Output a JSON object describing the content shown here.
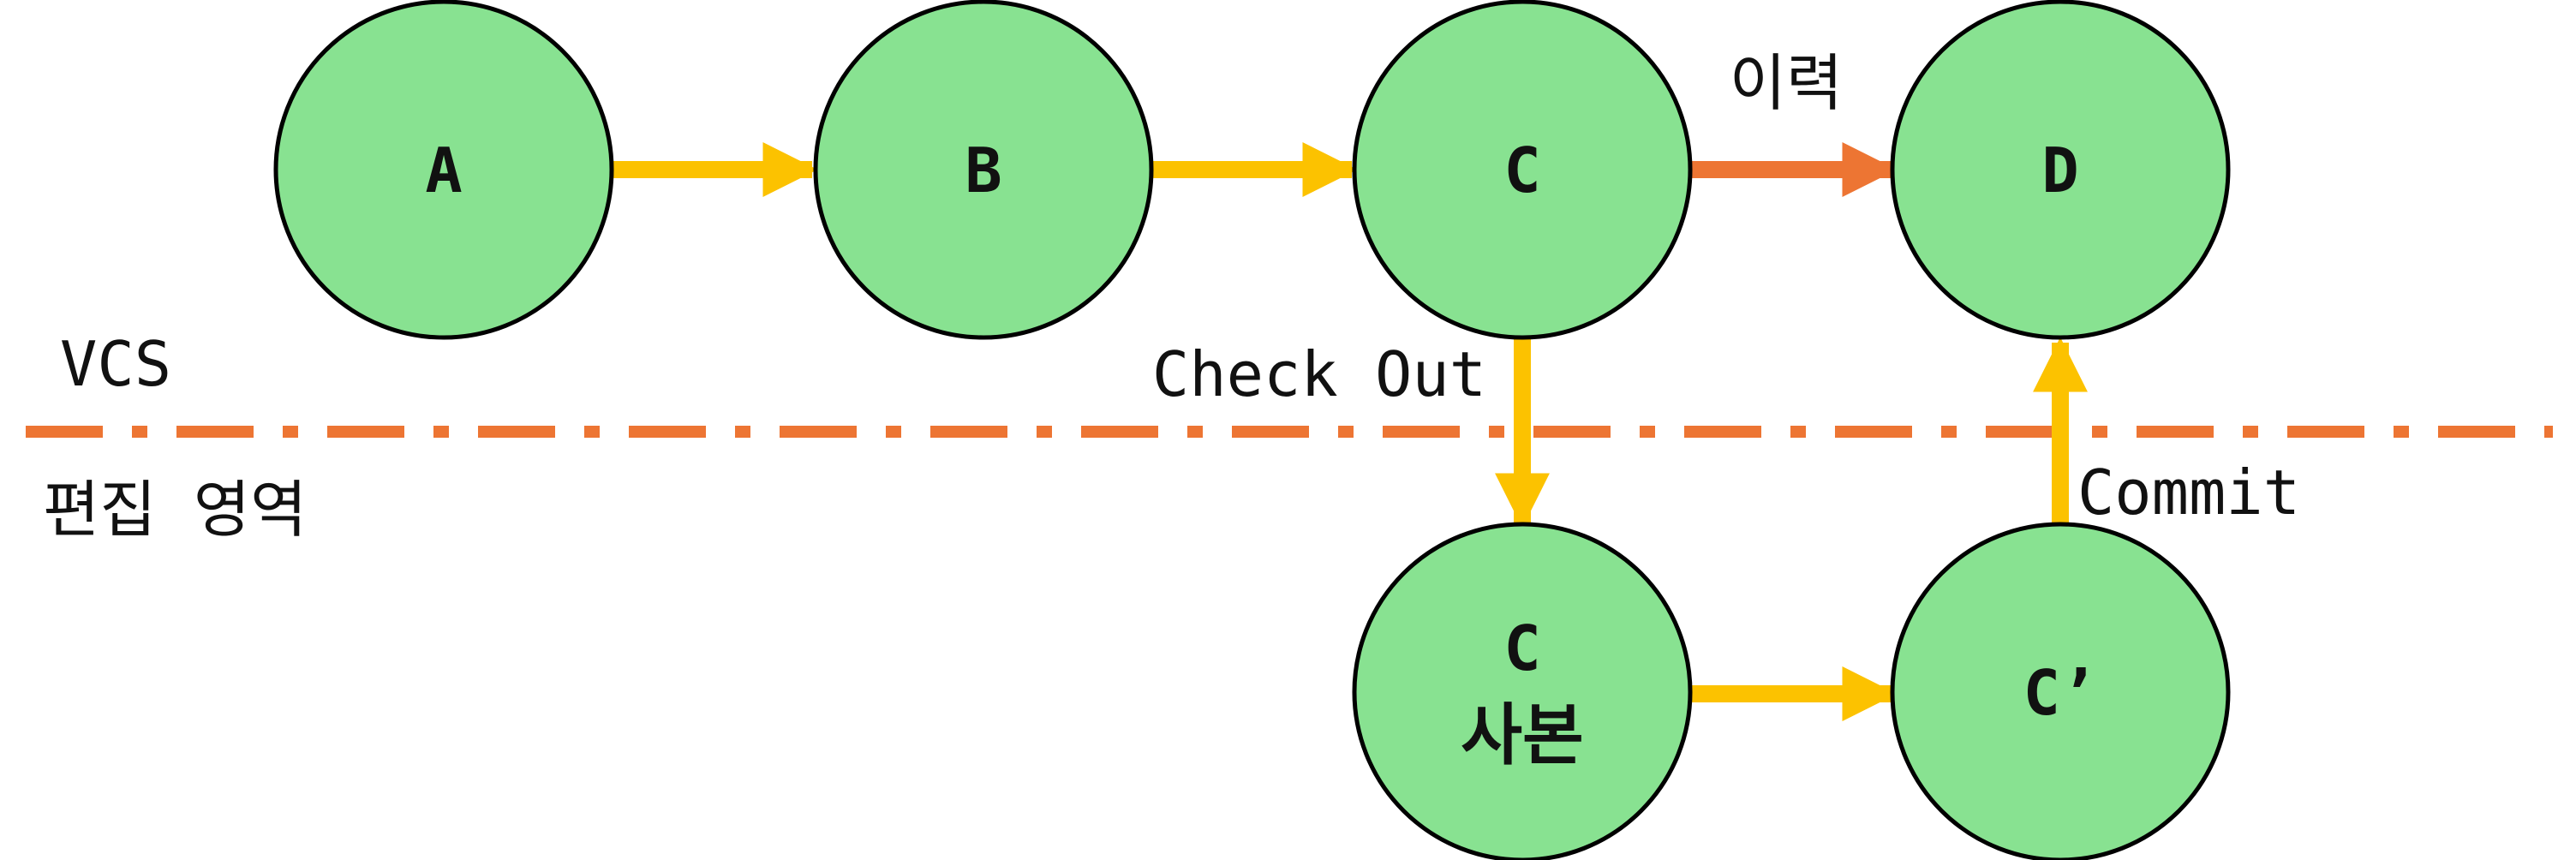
{
  "colors": {
    "node_fill": "#88e291",
    "node_stroke": "#000000",
    "flow_arrow": "#fcc200",
    "history_arrow": "#ed7533",
    "divider": "#ed7533"
  },
  "zones": {
    "vcs_label": "VCS",
    "edit_label": "편집 영역"
  },
  "nodes": {
    "a": {
      "label": "A"
    },
    "b": {
      "label": "B"
    },
    "c": {
      "label": "C"
    },
    "d": {
      "label": "D"
    },
    "c_copy": {
      "label": "C",
      "sublabel": "사본"
    },
    "c_prime": {
      "label": "C’"
    }
  },
  "edges": {
    "history_label": "이력",
    "checkout_label": "Check Out",
    "commit_label": "Commit"
  }
}
